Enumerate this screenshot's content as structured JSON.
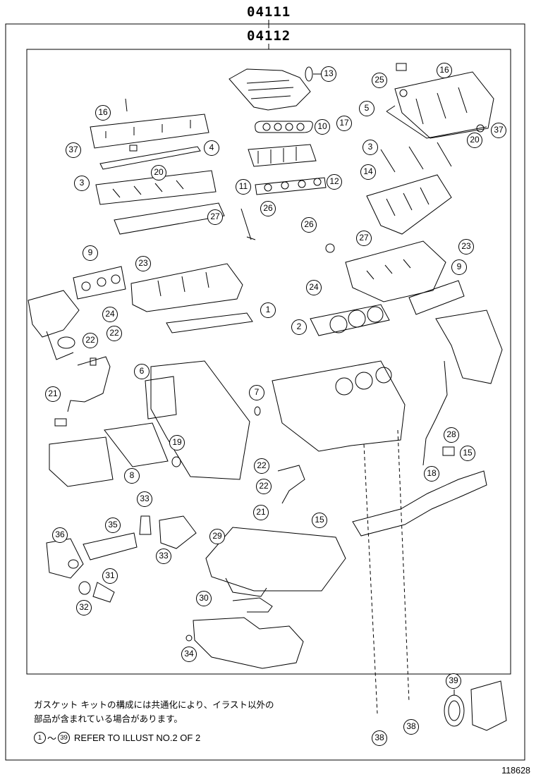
{
  "diagram": {
    "assembly_code": "04111",
    "subassembly_code": "04112",
    "part_callouts": [
      "1",
      "2",
      "3",
      "3",
      "4",
      "5",
      "6",
      "7",
      "8",
      "9",
      "9",
      "10",
      "11",
      "12",
      "13",
      "14",
      "15",
      "15",
      "16",
      "16",
      "17",
      "18",
      "19",
      "20",
      "20",
      "21",
      "21",
      "22",
      "22",
      "22",
      "22",
      "23",
      "23",
      "24",
      "24",
      "25",
      "26",
      "26",
      "27",
      "27",
      "28",
      "29",
      "30",
      "31",
      "32",
      "33",
      "33",
      "34",
      "35",
      "36",
      "37",
      "37",
      "38",
      "38",
      "39"
    ],
    "note_japanese_line1": "ガスケット キットの構成には共通化により、イラスト以外の",
    "note_japanese_line2": "部品が含まれている場合があります。",
    "reference_start": "1",
    "reference_tilde": "～",
    "reference_end": "39",
    "reference_text": "REFER TO ILLUST NO.2 OF 2",
    "illustration_id": "118628"
  }
}
